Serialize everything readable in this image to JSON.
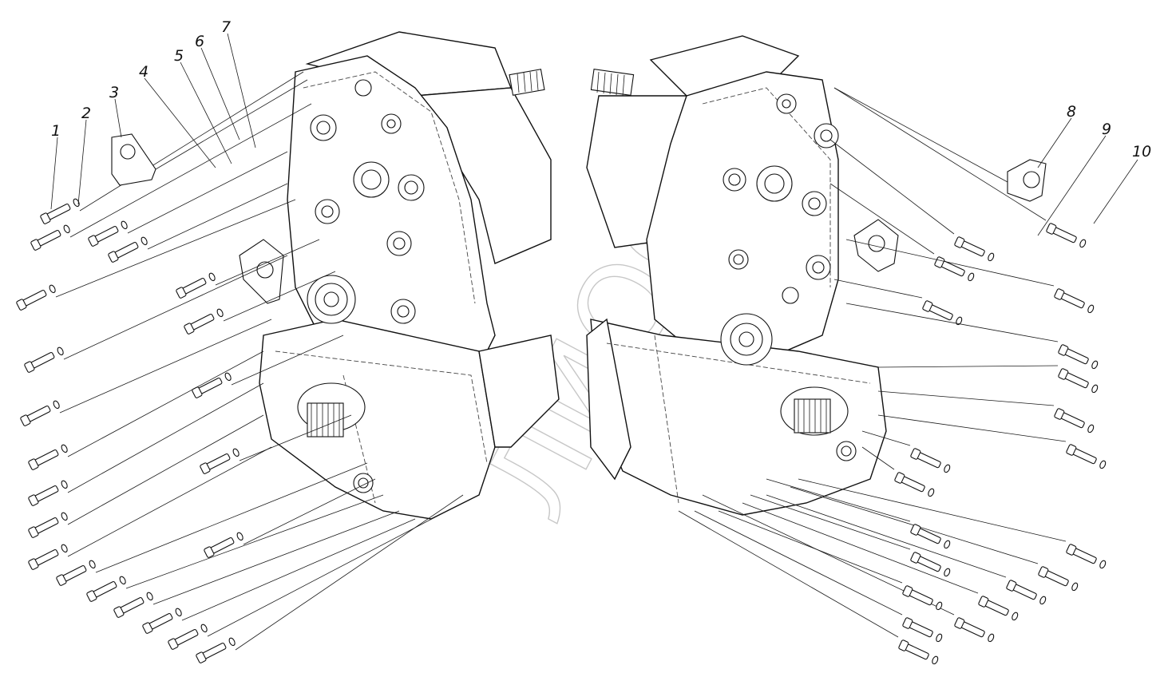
{
  "diagram": {
    "callouts": [
      {
        "id": "1",
        "label": "1"
      },
      {
        "id": "2",
        "label": "2"
      },
      {
        "id": "3",
        "label": "3"
      },
      {
        "id": "4",
        "label": "4"
      },
      {
        "id": "5",
        "label": "5"
      },
      {
        "id": "6",
        "label": "6"
      },
      {
        "id": "7",
        "label": "7"
      },
      {
        "id": "8",
        "label": "8"
      },
      {
        "id": "9",
        "label": "9"
      },
      {
        "id": "10",
        "label": "10"
      }
    ],
    "watermark": "ЛИОС",
    "colors": {
      "line": "#111111",
      "background": "#ffffff",
      "watermark": "#9a9a9a"
    }
  }
}
